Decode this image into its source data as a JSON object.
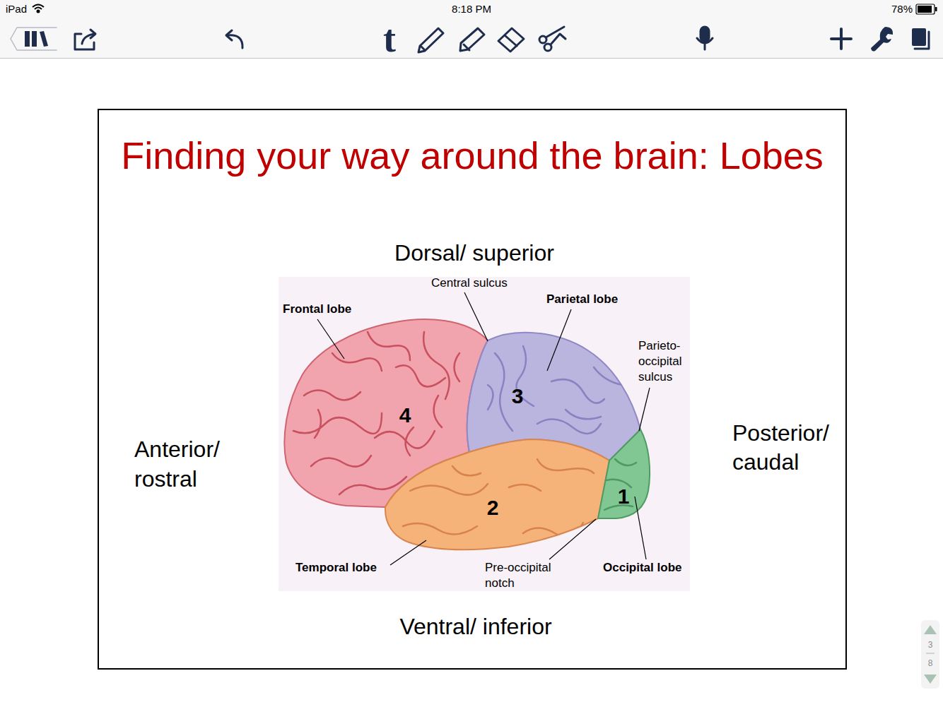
{
  "diagram": {
    "title": "Finding your way around the brain: Lobes",
    "labels": [
      "iPad",
      "8:18 PM",
      "78%",
      "t",
      "Dorsal/ superior",
      "Central sulcus",
      "Frontal lobe",
      "Parietal lobe",
      "Parieto- occipital sulcus",
      "Anterior/ rostral",
      "4",
      "3",
      "Posterior/ caudal",
      "2",
      "1",
      "Temporal lobe",
      "Pre-occipital notch",
      "Occipital lobe",
      "Ventral/ inferior",
      "3",
      "8"
    ]
  }
}
